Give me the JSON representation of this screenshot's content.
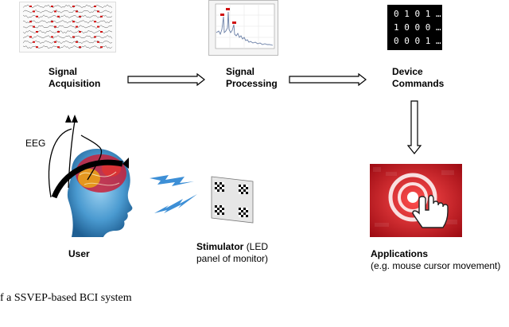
{
  "labels": {
    "acquisition_1": "Signal",
    "acquisition_2": "Acquisition",
    "processing_1": "Signal",
    "processing_2": "Processing",
    "commands_1": "Device",
    "commands_2": "Commands",
    "eeg": "EEG",
    "user": "User",
    "stimulator_bold": "Stimulator",
    "stimulator_rest_1": "(LED",
    "stimulator_rest_2": "panel of monitor)",
    "applications": "Applications",
    "applications_sub": "(e.g. mouse cursor movement)"
  },
  "binary": [
    "0 1 0 1 …",
    "1 0 0 0 …",
    "0 0 0 1 …"
  ],
  "caption": "f a SSVEP-based BCI system",
  "colors": {
    "arrow_stroke": "#000000",
    "app_red": "#c8101a",
    "bolt_blue": "#3d8fd6",
    "eeg_trace": "#555555",
    "eeg_marker": "#d01010"
  }
}
